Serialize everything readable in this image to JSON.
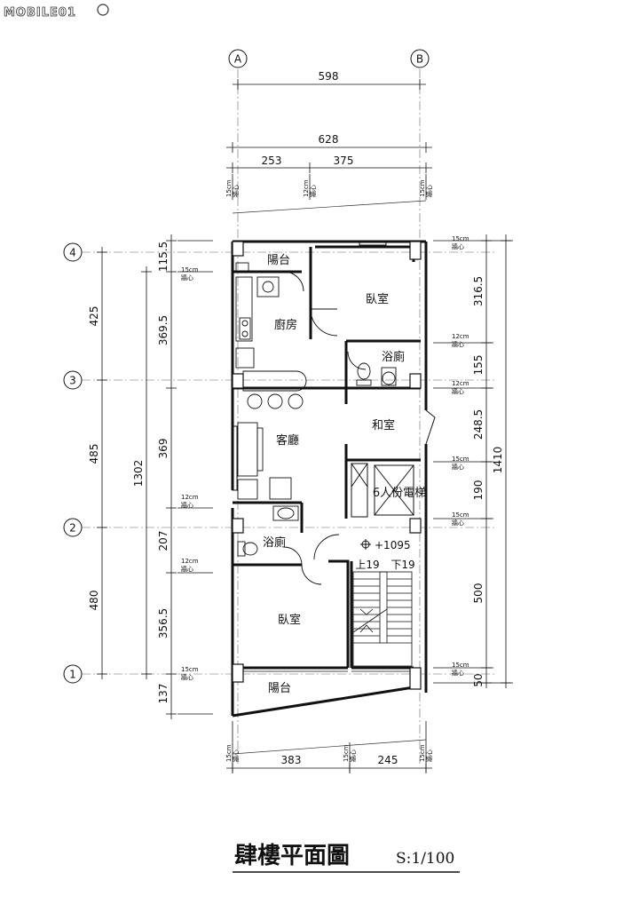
{
  "logo": {
    "text": "MOBILE01"
  },
  "title": "肆樓平面圖",
  "scale": "S:1/100",
  "grid_lines": {
    "A": "A",
    "B": "B",
    "g1": "1",
    "g2": "2",
    "g3": "3",
    "g4": "4"
  },
  "rooms": {
    "balcony_top": "陽台",
    "bedroom_top": "臥室",
    "kitchen": "廚房",
    "bath_top": "浴廁",
    "living": "客廳",
    "japanese": "和室",
    "elevator": "6人份電梯",
    "bath_mid": "浴廁",
    "bedroom_bottom": "臥室",
    "balcony_bottom": "陽台"
  },
  "level": "+1095",
  "stairs": {
    "up": "上19",
    "down": "下19"
  },
  "dimensions": {
    "top_598": "598",
    "top_628": "628",
    "top_253": "253",
    "top_375": "375",
    "bottom_383": "383",
    "bottom_245": "245",
    "left_425": "425",
    "left_485": "485",
    "left_480": "480",
    "left_1302": "1302",
    "left_115_5": "115.5",
    "left_369_5": "369.5",
    "left_369": "369",
    "left_207": "207",
    "left_356_5": "356.5",
    "left_137": "137",
    "right_1410": "1410",
    "right_316_5": "316.5",
    "right_155": "155",
    "right_248_5": "248.5",
    "right_190": "190",
    "right_500": "500",
    "right_50": "50"
  },
  "wall_notes": {
    "w15": "15cm",
    "w12": "12cm",
    "center": "牆心"
  }
}
